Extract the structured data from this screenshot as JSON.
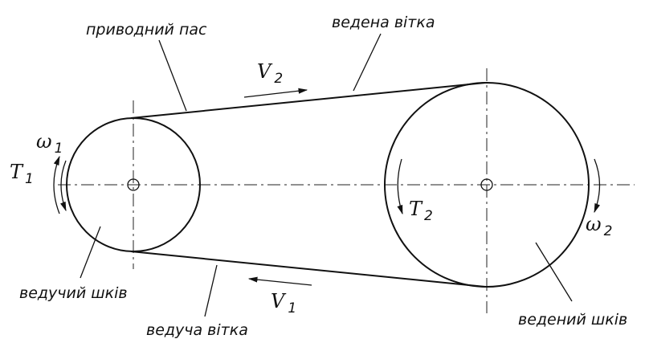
{
  "labels": {
    "drive_belt": "приводний пас",
    "driven_branch": "ведена вітка",
    "driving_pulley": "ведучий шків",
    "driving_branch": "ведуча вітка",
    "driven_pulley": "ведений шків"
  },
  "symbols": {
    "v2": {
      "main": "V",
      "sub": "2"
    },
    "v1": {
      "main": "V",
      "sub": "1"
    },
    "omega1": {
      "main": "ω",
      "sub": "1"
    },
    "omega2": {
      "main": "ω",
      "sub": "2"
    },
    "t1": {
      "main": "T",
      "sub": "1"
    },
    "t2": {
      "main": "T",
      "sub": "2"
    }
  }
}
